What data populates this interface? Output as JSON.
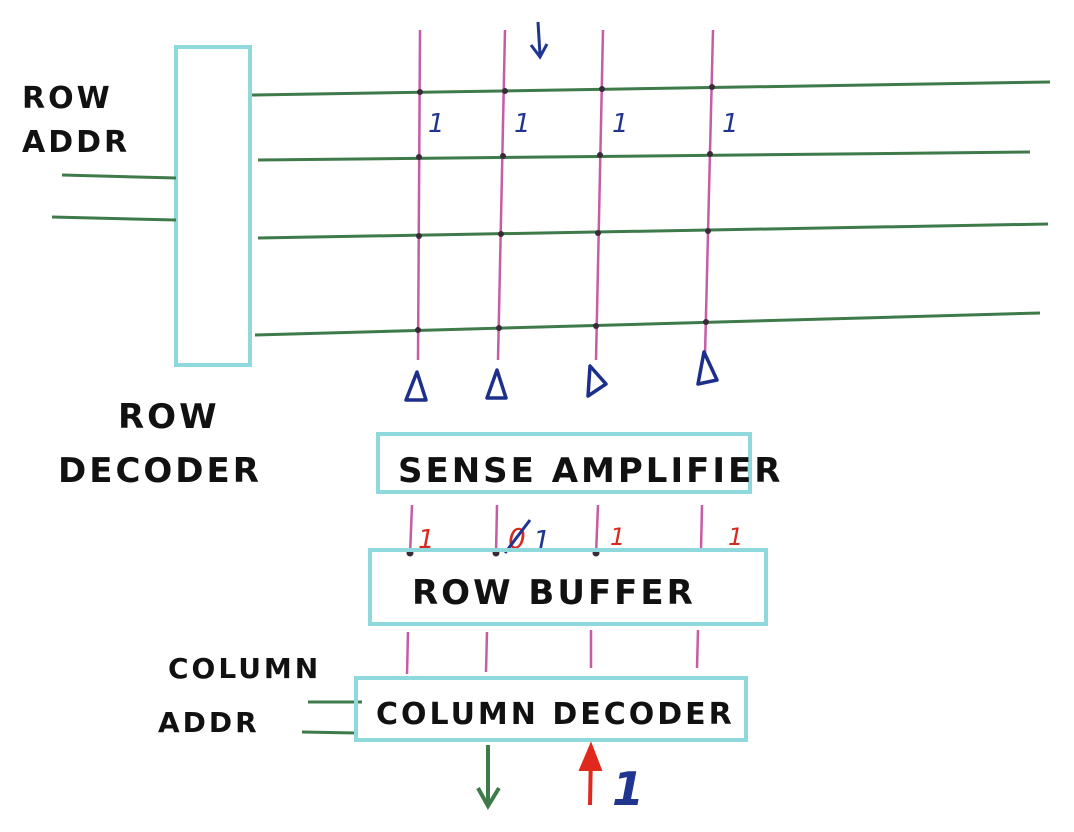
{
  "labels": {
    "row_addr_line1": "ROW",
    "row_addr_line2": "ADDR",
    "row_decoder_line1": "ROW",
    "row_decoder_line2": "DECODER",
    "sense_amplifier": "SENSE AMPLIFIER",
    "row_buffer": "ROW BUFFER",
    "column_addr_line1": "COLUMN",
    "column_addr_line2": "ADDR",
    "column_decoder": "COLUMN DECODER"
  },
  "cell_values": [
    "1",
    "1",
    "1",
    "1"
  ],
  "buffer_values": [
    "1",
    "1",
    "1",
    "1"
  ],
  "buffer_crossed_value": "0",
  "output_value": "1",
  "colors": {
    "box": "#8fd8dc",
    "wordline": "#3f7a4a",
    "bitline": "#c65ca6",
    "amplifier": "#1c2f8a",
    "blue_ink": "#1f3590",
    "red_ink": "#d62a1f",
    "output_arrow": "#3f7a4a",
    "input_arrow": "#e0281c"
  }
}
